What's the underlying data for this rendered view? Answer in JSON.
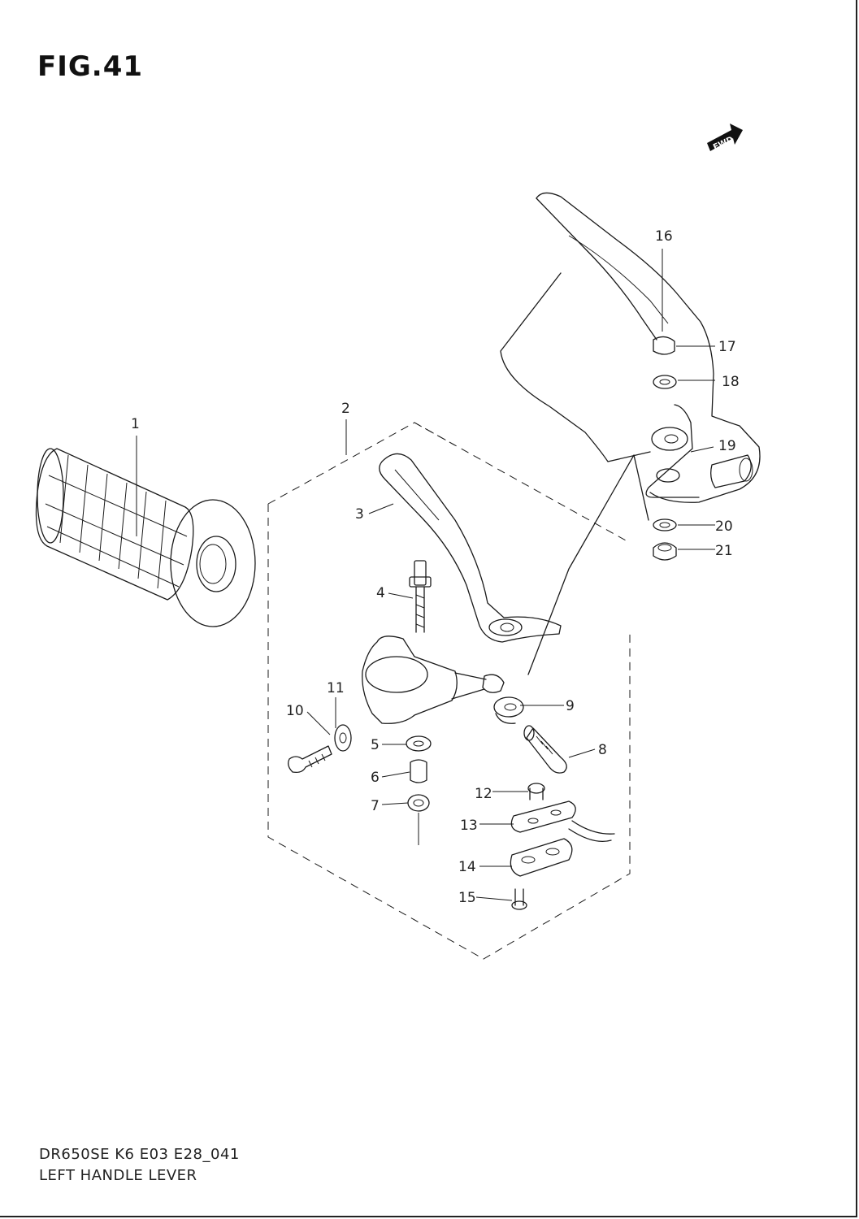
{
  "figure": {
    "title": "FIG.41",
    "fwd_label": "FWD",
    "model_code": "DR650SE K6 E03 E28_041",
    "caption": "LEFT HANDLE LEVER"
  },
  "callouts": [
    "1",
    "2",
    "3",
    "4",
    "5",
    "6",
    "7",
    "8",
    "9",
    "10",
    "11",
    "12",
    "13",
    "14",
    "15",
    "16",
    "17",
    "18",
    "19",
    "20",
    "21"
  ]
}
